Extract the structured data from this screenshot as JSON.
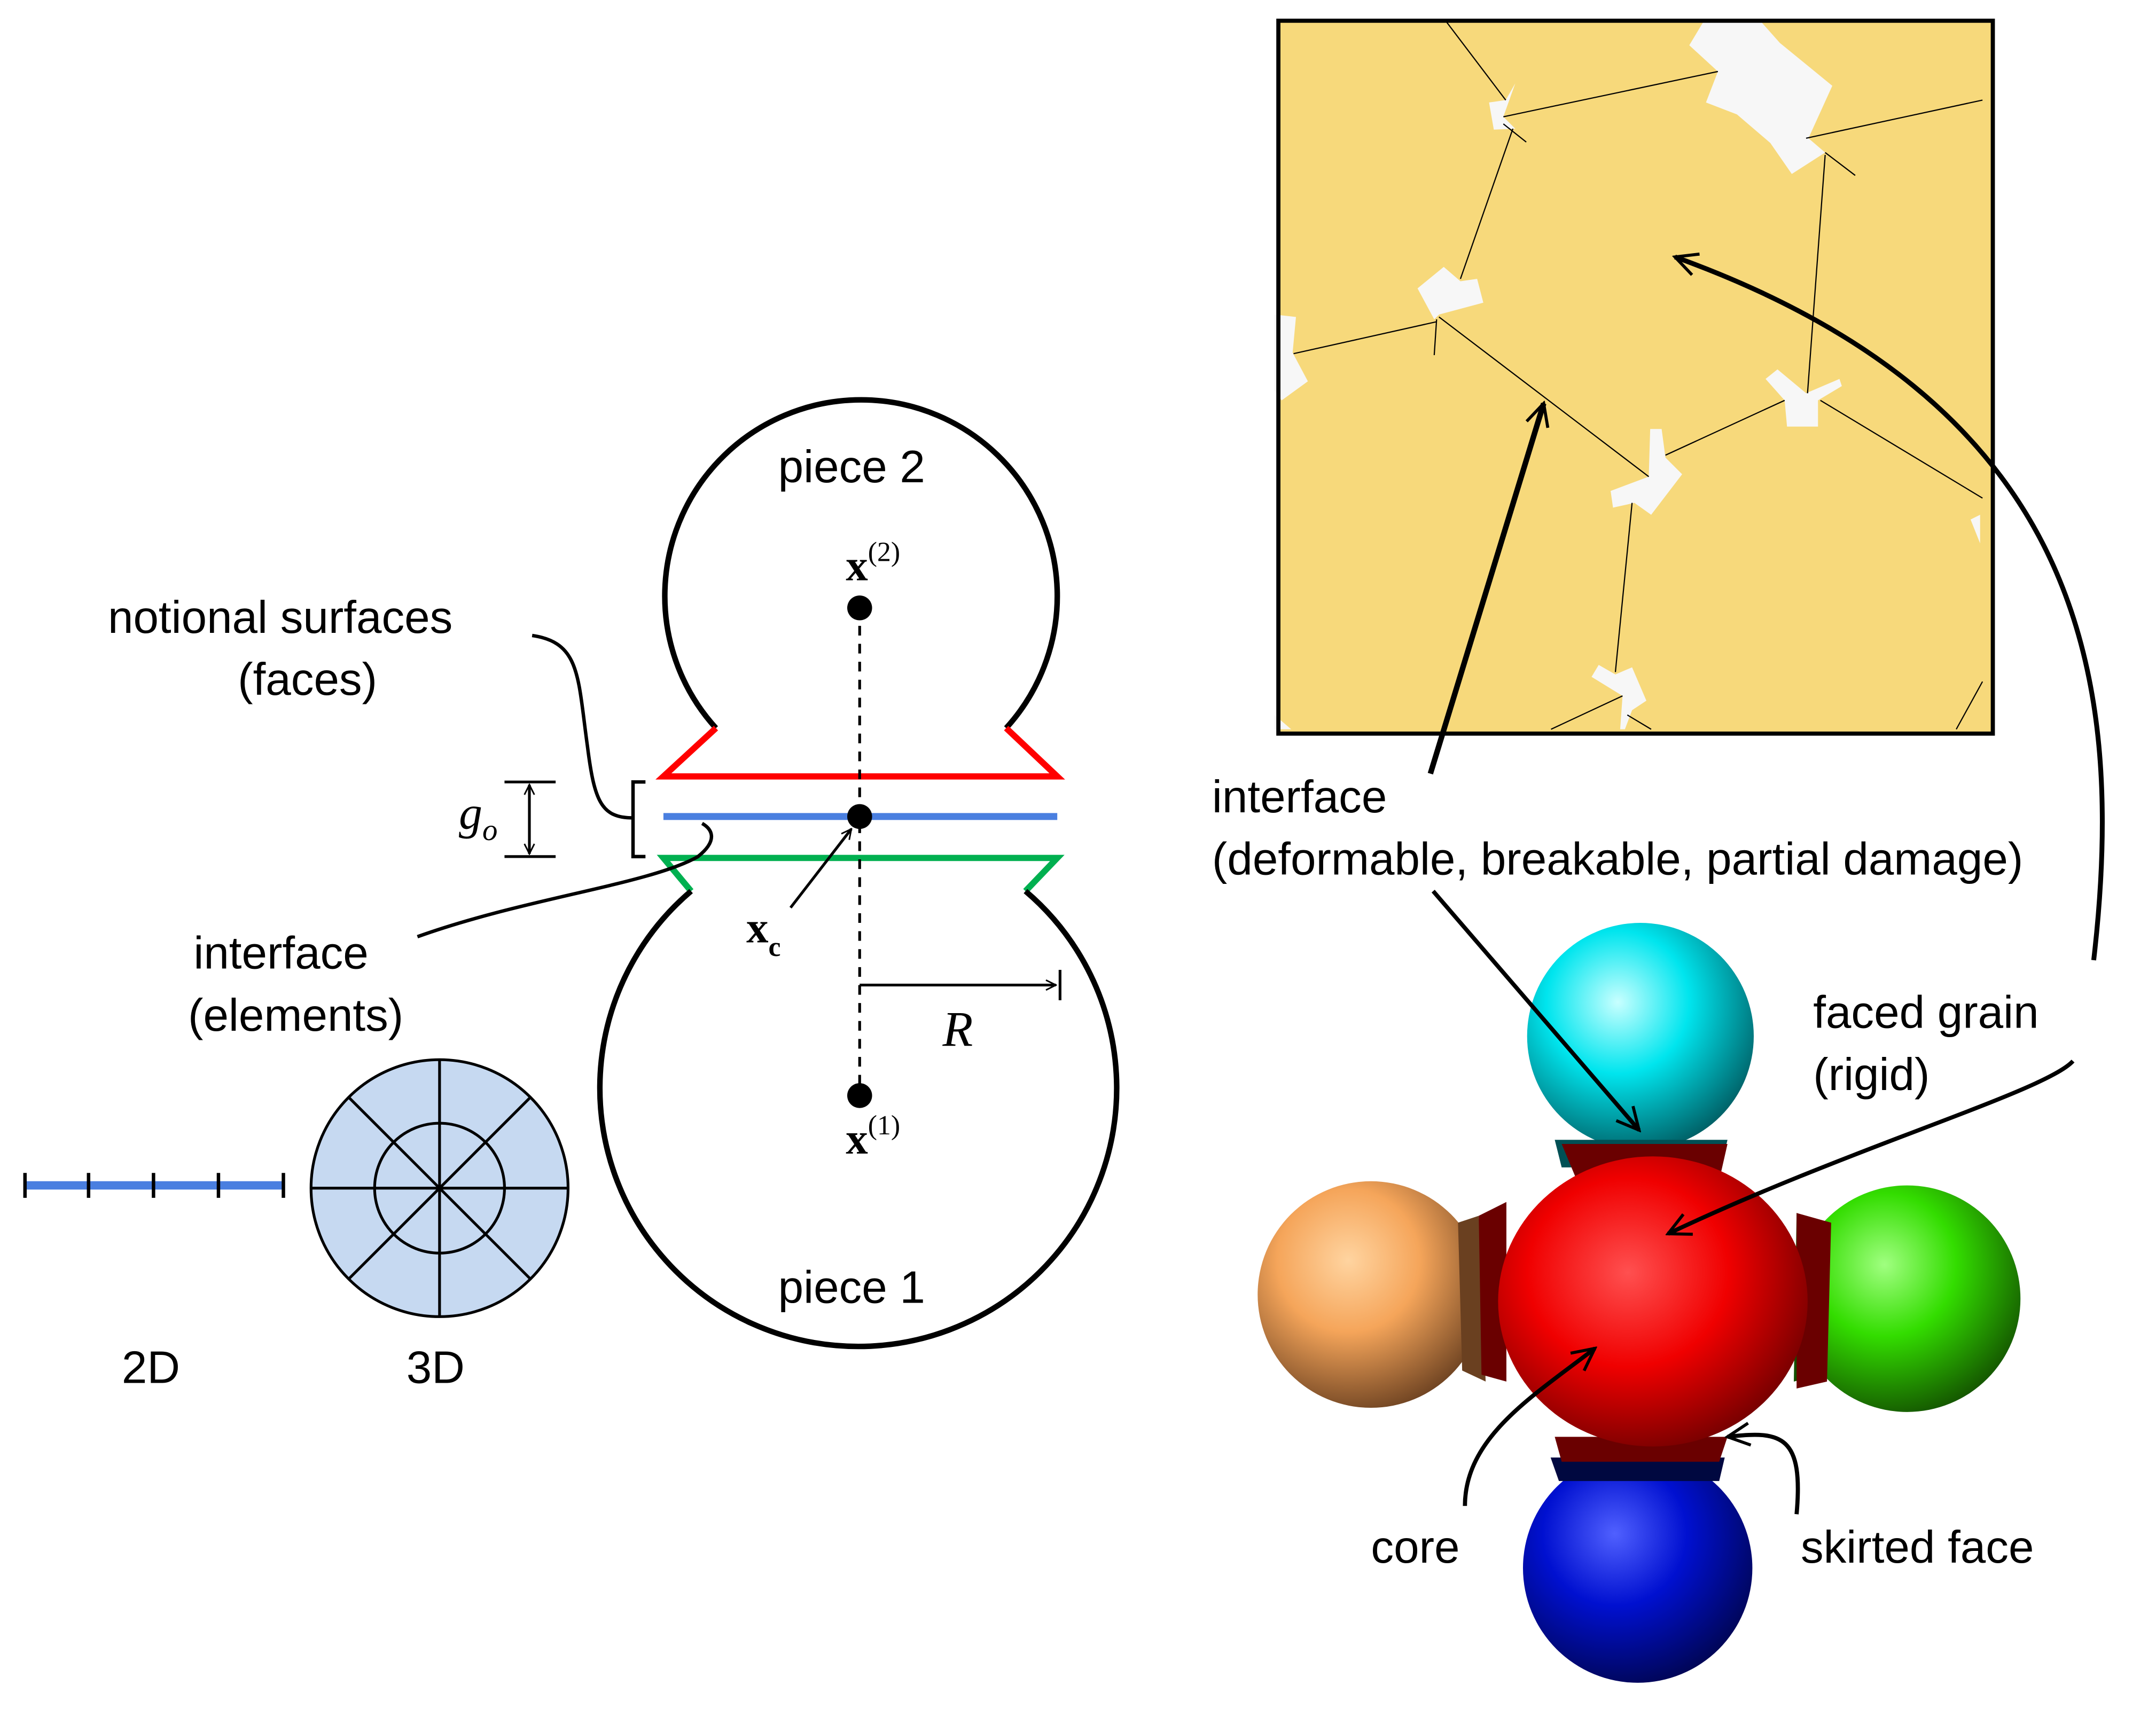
{
  "colors": {
    "top_face": "#ff0000",
    "interface_line": "#4a7fe0",
    "bottom_face": "#00b050",
    "element_fill": "#c6d9f1",
    "micrograph_grain": "#f7d97b",
    "sphere_top": "#00e5ee",
    "sphere_left": "#f5a55a",
    "sphere_right": "#33dd00",
    "sphere_bottom": "#0010d0",
    "core": "#ff0000",
    "skirt": "#6a0000"
  },
  "left_panel": {
    "piece2": "piece 2",
    "piece1": "piece 1",
    "notional_surfaces": "notional surfaces",
    "faces": "(faces)",
    "interface": "interface",
    "elements": "(elements)",
    "x2_base": "x",
    "x2_sup": "(2)",
    "x1_base": "x",
    "x1_sup": "(1)",
    "xc_base": "x",
    "xc_sub": "c",
    "g_base": "g",
    "g_sub": "o",
    "radius": "R",
    "label_2d": "2D",
    "label_3d": "3D"
  },
  "right_panel": {
    "interface": "interface",
    "interface_desc": "(deformable, breakable, partial damage)",
    "faced_grain": "faced grain",
    "rigid": "(rigid)",
    "core": "core",
    "skirted_face": "skirted face"
  }
}
